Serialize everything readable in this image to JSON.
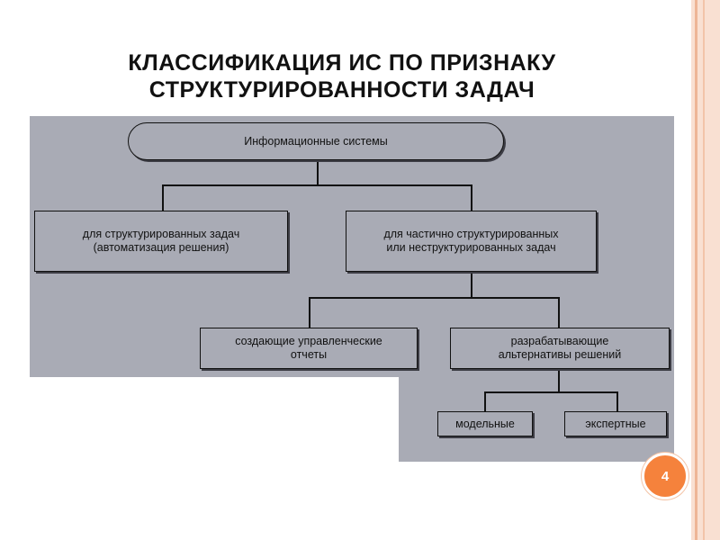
{
  "slide": {
    "title_line1": "КЛАССИФИКАЦИЯ ИС ПО ПРИЗНАКУ",
    "title_line2": "СТРУКТУРИРОВАННОСТИ ЗАДАЧ",
    "page_number": "4"
  },
  "diagram": {
    "root": "Информационные системы",
    "structured": {
      "line1": "для структурированных задач",
      "line2": "(автоматизация решения)"
    },
    "semi_structured": {
      "line1": "для частично структурированных",
      "line2": "или неструктурированных задач"
    },
    "reports": {
      "line1": "создающие управленческие",
      "line2": "отчеты"
    },
    "alternatives": {
      "line1": "разрабатывающие",
      "line2": "альтернативы решений"
    },
    "model": "модельные",
    "expert": "экспертные"
  },
  "colors": {
    "panel": "#a9abb5",
    "accent": "#f5823c",
    "border_stripe": "#f6cbb3"
  }
}
